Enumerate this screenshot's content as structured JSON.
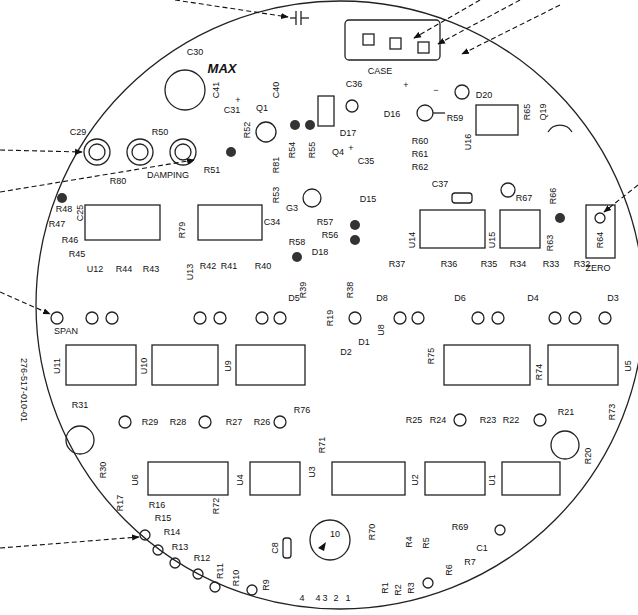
{
  "diagram": {
    "labels": [
      "C30",
      "MAX",
      "C41",
      "+",
      "C40",
      "C36",
      "CASE",
      "+",
      "−",
      "D20",
      "C29",
      "C31",
      "Q1",
      "R52",
      "R54",
      "R55",
      "D17",
      "D16",
      "R59",
      "U16",
      "R65",
      "Q19",
      "R60",
      "R61",
      "R62",
      "Q4",
      "+",
      "C35",
      "R50",
      "R80",
      "R51",
      "DAMPING",
      "R81",
      "R53",
      "G3",
      "D15",
      "C37",
      "R67",
      "R66",
      "R64",
      "ZERO",
      "R48",
      "C25",
      "R47",
      "R46",
      "R45",
      "U12",
      "R44",
      "R43",
      "R79",
      "U13",
      "C34",
      "R42",
      "R41",
      "R40",
      "R57",
      "R56",
      "R58",
      "D18",
      "U14",
      "U15",
      "R63",
      "R39",
      "R38",
      "R37",
      "R36",
      "R35",
      "R34",
      "R33",
      "R32",
      "D5",
      "D8",
      "D6",
      "D4",
      "D3",
      "SPAN",
      "U11",
      "U10",
      "U9",
      "R19",
      "D2",
      "D1",
      "U8",
      "R75",
      "U5",
      "276-517-010-01",
      "R31",
      "R29",
      "R28",
      "R27",
      "R26",
      "R76",
      "R74",
      "R25",
      "R24",
      "R23",
      "R22",
      "R21",
      "R73",
      "R20",
      "R71",
      "U3",
      "U6",
      "U4",
      "U2",
      "U1",
      "R30",
      "R17",
      "R16",
      "R15",
      "R14",
      "R13",
      "R72",
      "R12",
      "R11",
      "R10",
      "R9",
      "C8",
      "10",
      "R70",
      "R4",
      "R5",
      "R69",
      "C1",
      "R6",
      "R7",
      "R1",
      "R2",
      "R3",
      "4",
      "4",
      "3",
      "2",
      "1"
    ]
  }
}
